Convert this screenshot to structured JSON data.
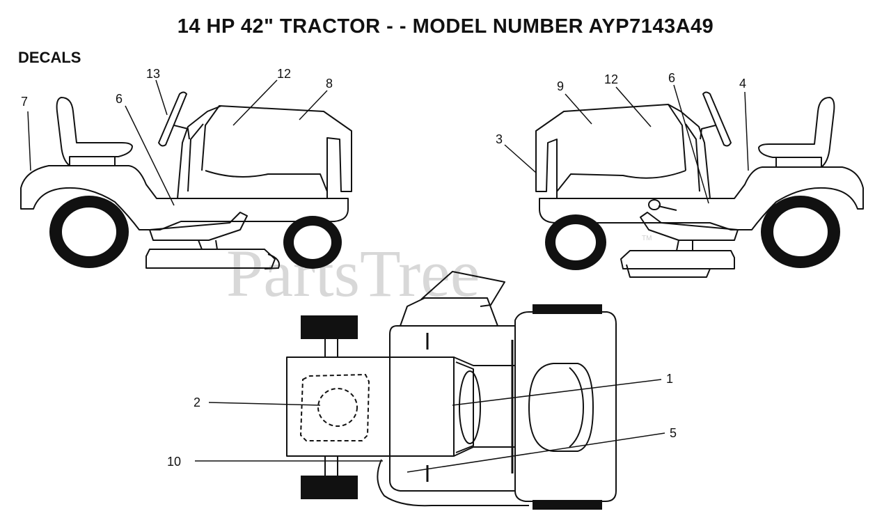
{
  "header": {
    "title": "14 HP 42\" TRACTOR - - MODEL NUMBER AYP7143A49",
    "section": "DECALS"
  },
  "watermark": {
    "text": "PartsTree",
    "trademark": "TM"
  },
  "callouts": {
    "c1": "1",
    "c2": "2",
    "c3": "3",
    "c4": "4",
    "c5": "5",
    "c6_left": "6",
    "c6_right": "6",
    "c7": "7",
    "c8": "8",
    "c9": "9",
    "c10": "10",
    "c12_left": "12",
    "c12_right": "12",
    "c13": "13"
  },
  "colors": {
    "line": "#111111",
    "tire": "#111111",
    "watermark": "#d8d8d8"
  }
}
